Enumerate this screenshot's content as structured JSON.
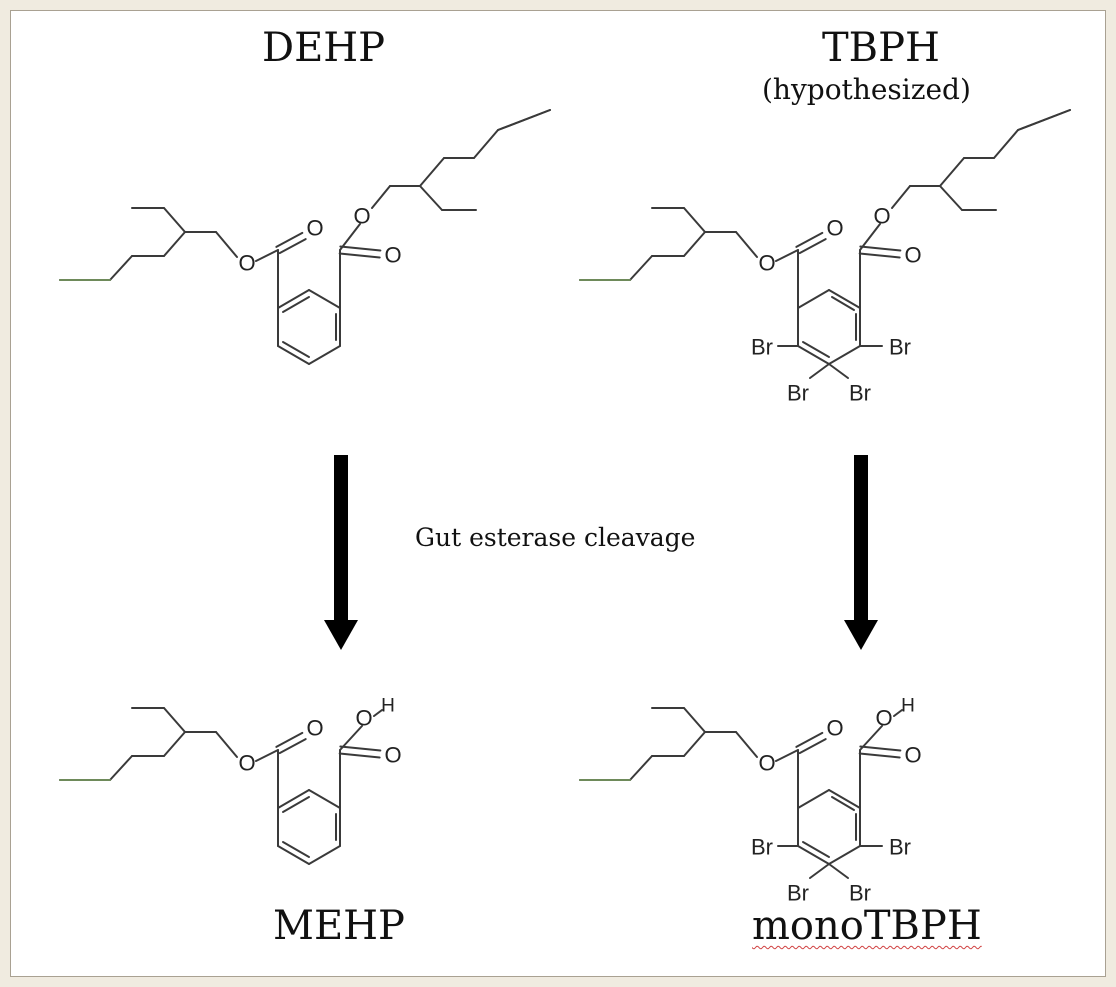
{
  "labels": {
    "dehp": "DEHP",
    "tbph": "TBPH",
    "tbph_note": "(hypothesized)",
    "arrow_caption": "Gut esterase cleavage",
    "mehp": "MEHP",
    "mono_tbph": "monoTBPH"
  },
  "atoms": {
    "oxygen": "O",
    "bromine": "Br",
    "hydroxyl_h": "H"
  },
  "colors": {
    "bond": "#3a3a3a",
    "terminal_bond": "#6e8a5a",
    "arrow": "#000000"
  }
}
